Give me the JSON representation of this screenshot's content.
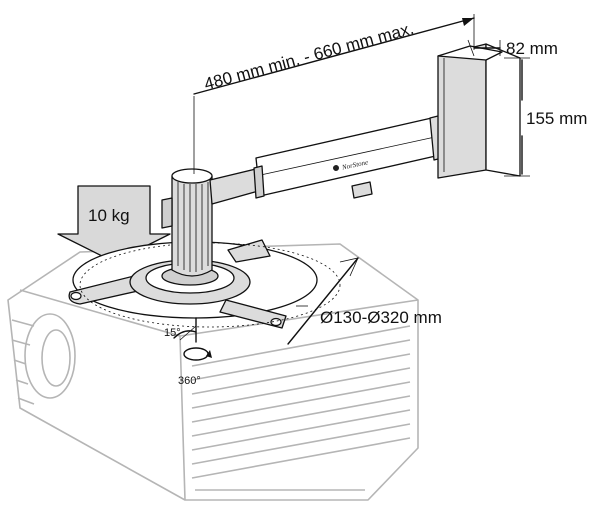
{
  "labels": {
    "arm_length": "480 mm min. - 660 mm max.",
    "bracket_width": "82 mm",
    "bracket_height": "155 mm",
    "load": "10 kg",
    "diameter": "Ø130-Ø320 mm",
    "tilt": "15°",
    "rotation": "360°",
    "brand": "NorStone"
  },
  "colors": {
    "line": "#111111",
    "projector_outline": "#b5b5b5",
    "metal": "#dcdcdc",
    "arrow_fill": "#d9d9d9"
  }
}
